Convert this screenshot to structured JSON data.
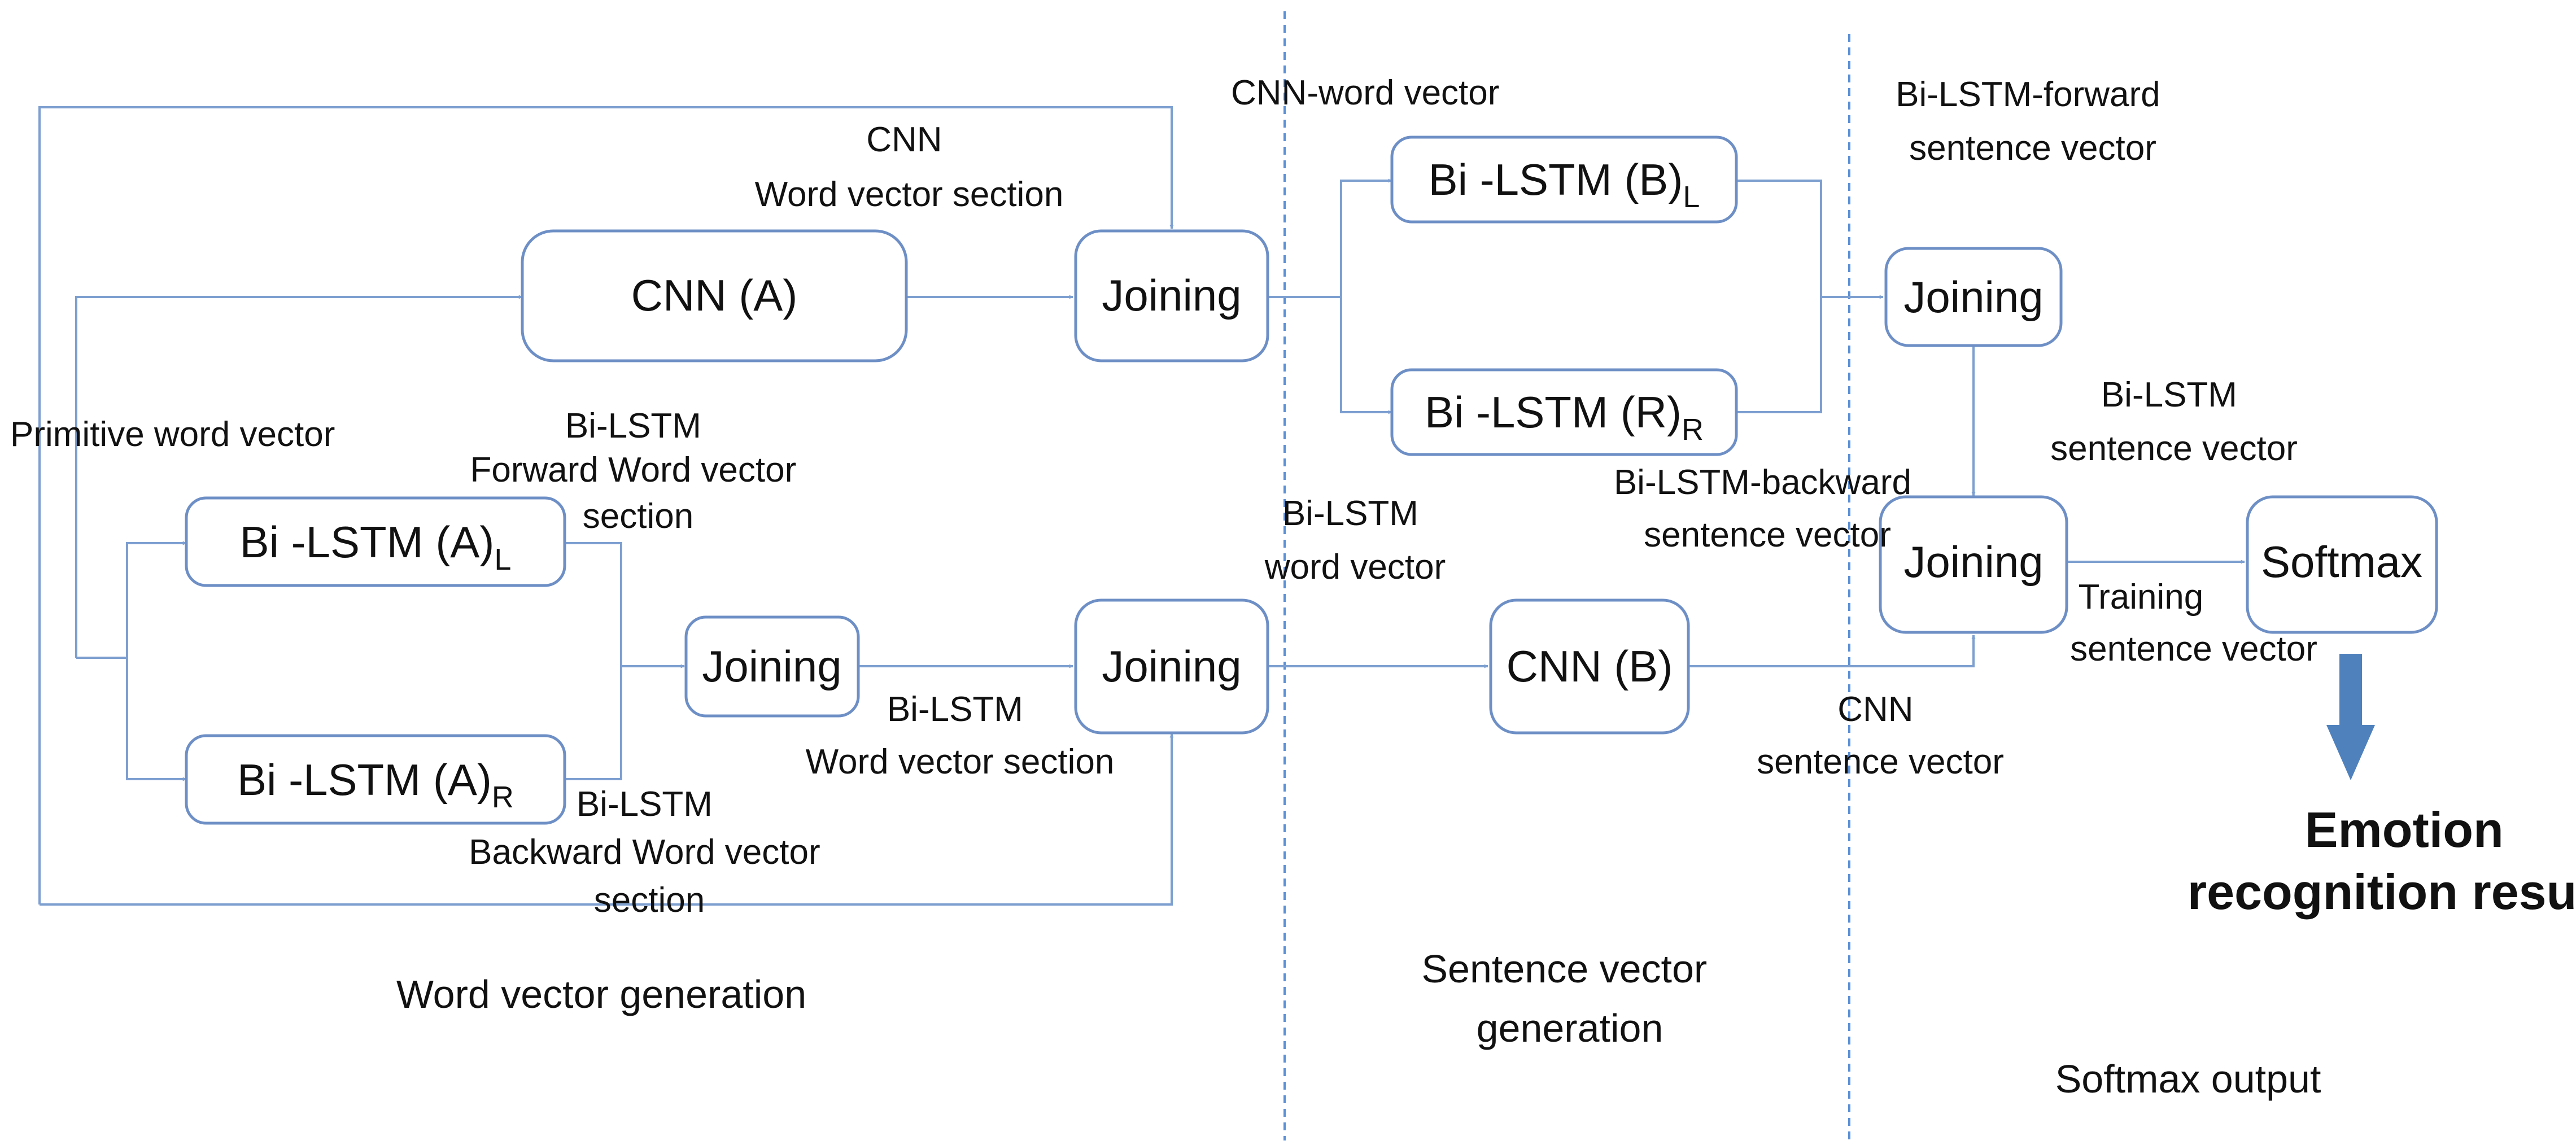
{
  "boxes": {
    "cnn_a": "CNN (A)",
    "joining_top": "Joining",
    "bilstm_b_l": {
      "base": "Bi -LSTM (B)",
      "sub": "L"
    },
    "bilstm_r_r": {
      "base": "Bi -LSTM (R)",
      "sub": "R"
    },
    "joining_right_top": "Joining",
    "bilstm_a_l": {
      "base": "Bi -LSTM (A)",
      "sub": "L"
    },
    "bilstm_a_r": {
      "base": "Bi -LSTM (A)",
      "sub": "R"
    },
    "joining_small": "Joining",
    "joining_mid": "Joining",
    "cnn_b": "CNN (B)",
    "joining_right_mid": "Joining",
    "softmax": "Softmax"
  },
  "annotations": {
    "cnn_word_vector": "CNN-word vector",
    "cnn_section": [
      "CNN",
      "Word vector section"
    ],
    "bilstm_forward_sentence": [
      "Bi-LSTM-forward",
      "sentence vector"
    ],
    "primitive_word_vector": "Primitive word vector",
    "bilstm_forward_word": [
      "Bi-LSTM",
      "Forward Word vector",
      "section"
    ],
    "bilstm_backward_sentence": [
      "Bi-LSTM-backward",
      "sentence vector"
    ],
    "bilstm_sentence": [
      "Bi-LSTM",
      "sentence vector"
    ],
    "bilstm_word_vector": [
      "Bi-LSTM",
      "word vector"
    ],
    "training_sentence": [
      "Training",
      "sentence vector"
    ],
    "bilstm_word_section": [
      "Bi-LSTM",
      "Word vector section"
    ],
    "cnn_sentence": [
      "CNN",
      "sentence vector"
    ],
    "bilstm_backward_word": [
      "Bi-LSTM",
      "Backward Word vector",
      "section"
    ]
  },
  "result": [
    "Emotion",
    "recognition results"
  ],
  "sections": {
    "word": "Word vector generation",
    "sentence": [
      "Sentence vector",
      "generation"
    ],
    "softmax": "Softmax output"
  },
  "colors": {
    "box_stroke": "#6d8fc6",
    "wire": "#7d9fd0",
    "divider": "#5b8fd6",
    "output_arrow": "#4f81bd"
  }
}
